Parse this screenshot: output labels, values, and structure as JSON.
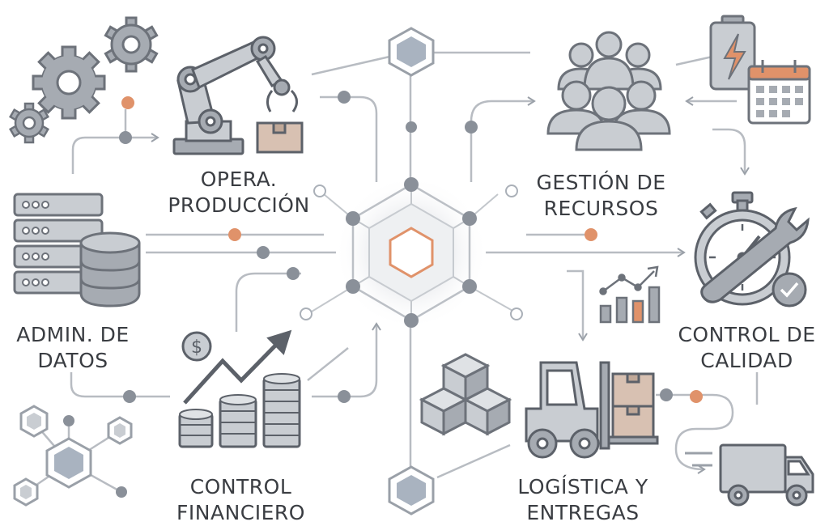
{
  "modules": {
    "produccion": {
      "line1": "OPERA.",
      "line2": "PRODUCCIÓN",
      "icon": "robot-arm-icon"
    },
    "recursos": {
      "line1": "GESTIÓN DE",
      "line2": "RECURSOS",
      "icon": "people-group-icon"
    },
    "datos": {
      "line1": "ADMIN. DE",
      "line2": "DATOS",
      "icon": "server-database-icon"
    },
    "calidad": {
      "line1": "CONTROL DE",
      "line2": "CALIDAD",
      "icon": "stopwatch-wrench-icon"
    },
    "financiero": {
      "line1": "CONTROL",
      "line2": "FINANCIERO",
      "icon": "coins-growth-chart-icon"
    },
    "logistica": {
      "line1": "LOGÍSTICA Y",
      "line2": "ENTREGAS",
      "icon": "forklift-icon"
    }
  },
  "colors": {
    "stroke": "#8f959d",
    "fill": "#c9cdd2",
    "dark": "#5c6169",
    "accent": "#e0926a",
    "node": "#8a9099",
    "hex_blue": "#a9b3c0"
  }
}
